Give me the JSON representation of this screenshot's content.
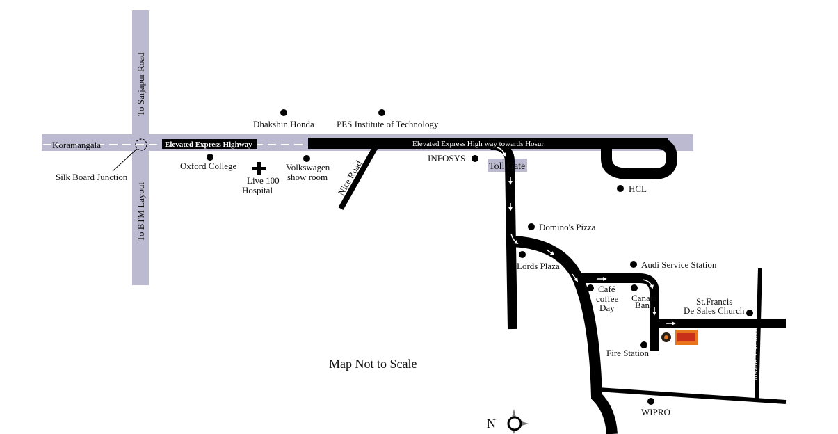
{
  "map": {
    "note": "Map Not to Scale",
    "compass_letter": "N",
    "colors": {
      "road_gray": "#bcbad0",
      "road_black": "#000000",
      "text": "#111111",
      "logo_orange": "#e8741e",
      "logo_dark": "#2a2016"
    },
    "roads": {
      "koramangala": "Koramangala",
      "to_sarjapur": "To Sarjapur Road",
      "to_btm": "To BTM Layout",
      "elevated_highway": "Elevated Express Highway",
      "elevated_towards_hosur": "Elevated Express High way towards Hosur",
      "nice_road": "Nice Road",
      "towards_hosur_road": "Towards Hosur Road",
      "toll_gate": "Toll Gate"
    },
    "landmarks": {
      "silk_board": "Silk Board Junction",
      "oxford": "Oxford College",
      "hospital_line1": "Live 100",
      "hospital_line2": "Hospital",
      "dhakshin": "Dhakshin Honda",
      "volkswagen_line1": "Volkswagen",
      "volkswagen_line2": "show room",
      "pes": "PES Institute of Technology",
      "infosys": "INFOSYS",
      "hcl": "HCL",
      "dominos": "Domino's Pizza",
      "lords": "Lords Plaza",
      "audi": "Audi Service Station",
      "cafe_line1": "Café",
      "cafe_line2": "coffee",
      "cafe_line3": "Day",
      "canara_line1": "Canara",
      "canara_line2": "Bank",
      "stfrancis_line1": "St.Francis",
      "stfrancis_line2": "De Sales Church",
      "fire": "Fire Station",
      "wipro": "WIPRO"
    },
    "icons": [
      "hospital-cross-icon",
      "compass-icon",
      "direction-arrow-icon",
      "logo-icon"
    ]
  }
}
